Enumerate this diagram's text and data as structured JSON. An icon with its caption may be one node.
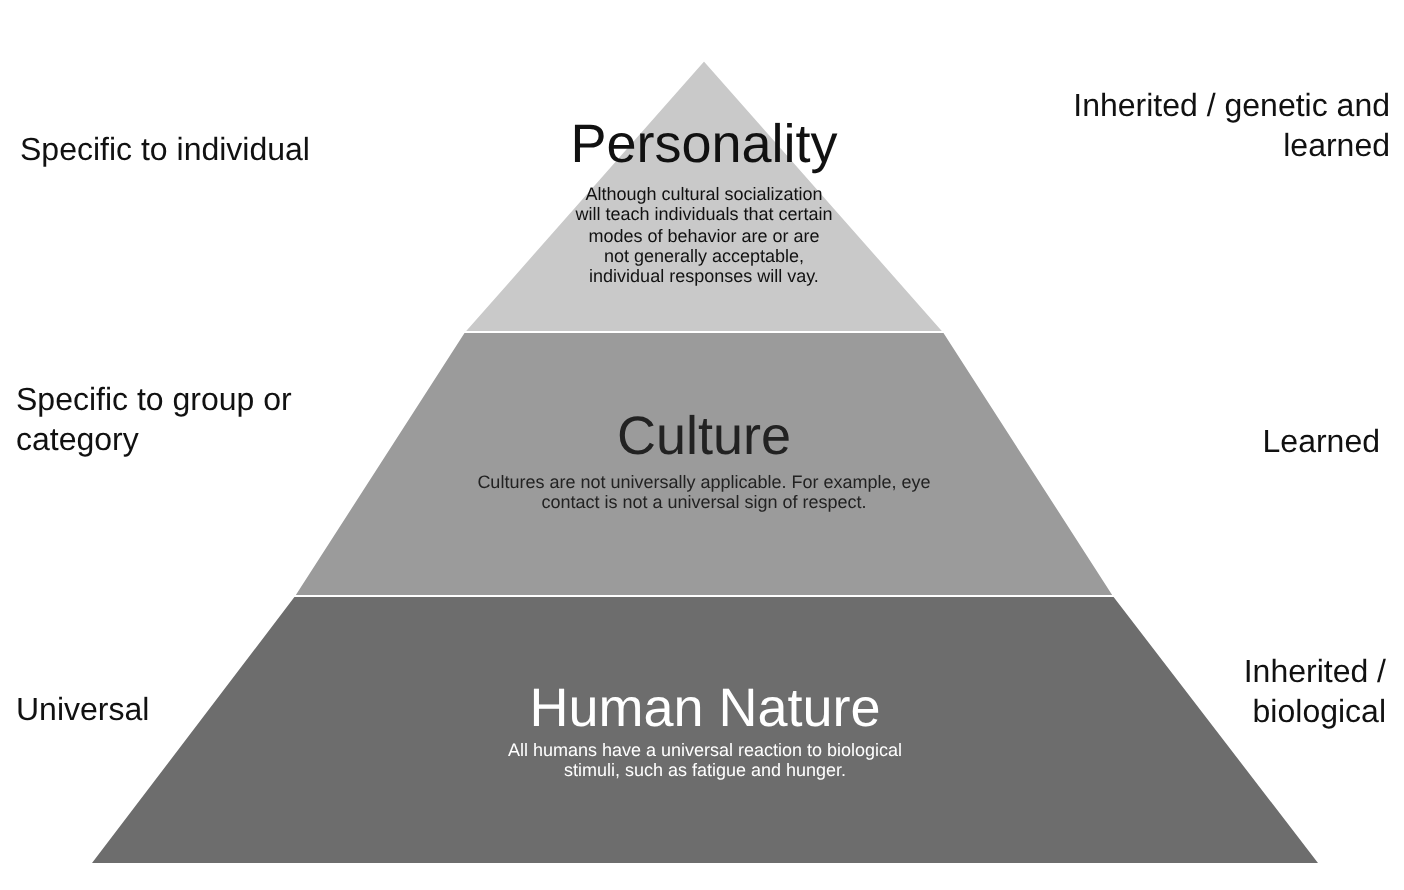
{
  "diagram": {
    "nodes": [
      {
        "text": [
          "Personality",
          "Although cultural socialization will teach individuals that certain modes of behavior are or are not generally acceptable, individual responses will vay."
        ]
      },
      {
        "text": [
          "Culture",
          "Cultures are not universally applicable. For example, eye contact is not a universal sign of respect."
        ]
      },
      {
        "text": [
          "Human Nature",
          "All humans have a universal reaction to biological stimuli, such as fatigue and hunger."
        ]
      }
    ],
    "labels": [
      "Specific to individual",
      "Inherited / genetic and learned",
      "Specific to group or category",
      "Learned",
      "Universal",
      "Inherited / biological"
    ]
  }
}
